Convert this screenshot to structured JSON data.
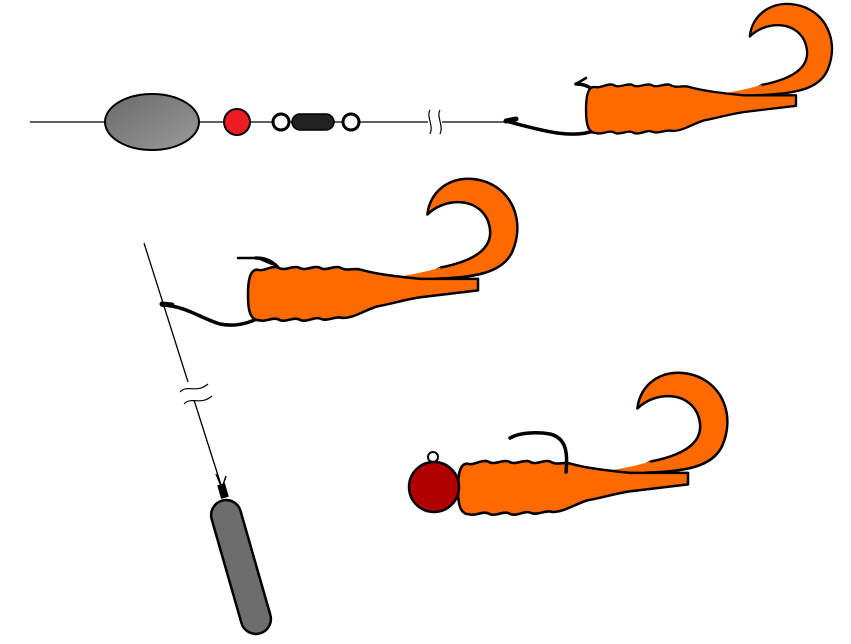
{
  "colors": {
    "line": "#000000",
    "worm": "#ff6a00",
    "float_body": "#7a7a7a",
    "bead": "#ee1c24",
    "swivel": "#222222",
    "sinker": "#6d6d6d",
    "jighead": "#b00000",
    "background": "#ffffff"
  },
  "rigs": [
    {
      "name": "carolina-rig",
      "components": [
        "egg-sinker",
        "bead",
        "barrel-swivel",
        "line-break",
        "hook",
        "curly-tail-grub"
      ]
    },
    {
      "name": "drop-shot-rig",
      "components": [
        "hook",
        "curly-tail-grub",
        "line-break",
        "cylinder-sinker"
      ]
    },
    {
      "name": "jig-head-rig",
      "components": [
        "round-jig-head",
        "line-eye",
        "hook",
        "curly-tail-grub"
      ]
    }
  ]
}
